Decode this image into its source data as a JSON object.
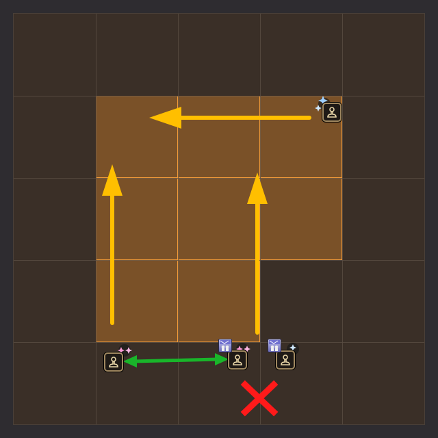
{
  "arena": {
    "grid": {
      "rows": 5,
      "cols": 5
    },
    "colors": {
      "background": "#3a2f27",
      "grid_line": "#5a4d43",
      "highlight_fill": "#7a5128",
      "highlight_border": "#f09a3a",
      "movement_arrow": "#ffbf00",
      "swap_arrow": "#19b52a",
      "danger_mark": "#ff1a1a"
    },
    "highlighted_cells": [
      {
        "row": 1,
        "col": 1
      },
      {
        "row": 1,
        "col": 2
      },
      {
        "row": 1,
        "col": 3
      },
      {
        "row": 2,
        "col": 1
      },
      {
        "row": 2,
        "col": 2
      },
      {
        "row": 2,
        "col": 3
      },
      {
        "row": 3,
        "col": 1
      },
      {
        "row": 3,
        "col": 2
      }
    ],
    "markers": [
      {
        "name": "player-marker-top-right",
        "icon": "person-icon",
        "effect": "blue-sparkle"
      },
      {
        "name": "player-marker-bottom-left",
        "icon": "person-icon",
        "effect": "pink-sparkle"
      },
      {
        "name": "player-marker-bottom-center",
        "icon": "person-icon",
        "effect": "pink-sparkle",
        "buff": "party-buff-icon"
      },
      {
        "name": "player-marker-bottom-right",
        "icon": "person-icon",
        "effect": "blue-sparkle",
        "buff": "party-buff-icon"
      }
    ],
    "arrows": [
      {
        "name": "arrow-left-top",
        "direction": "left",
        "color": "yellow"
      },
      {
        "name": "arrow-up-left",
        "direction": "up",
        "color": "yellow"
      },
      {
        "name": "arrow-up-center",
        "direction": "up",
        "color": "yellow"
      },
      {
        "name": "swap-arrow-bottom",
        "direction": "both",
        "color": "green"
      }
    ],
    "danger_mark": {
      "name": "danger-x-mark",
      "icon": "x-icon"
    }
  }
}
